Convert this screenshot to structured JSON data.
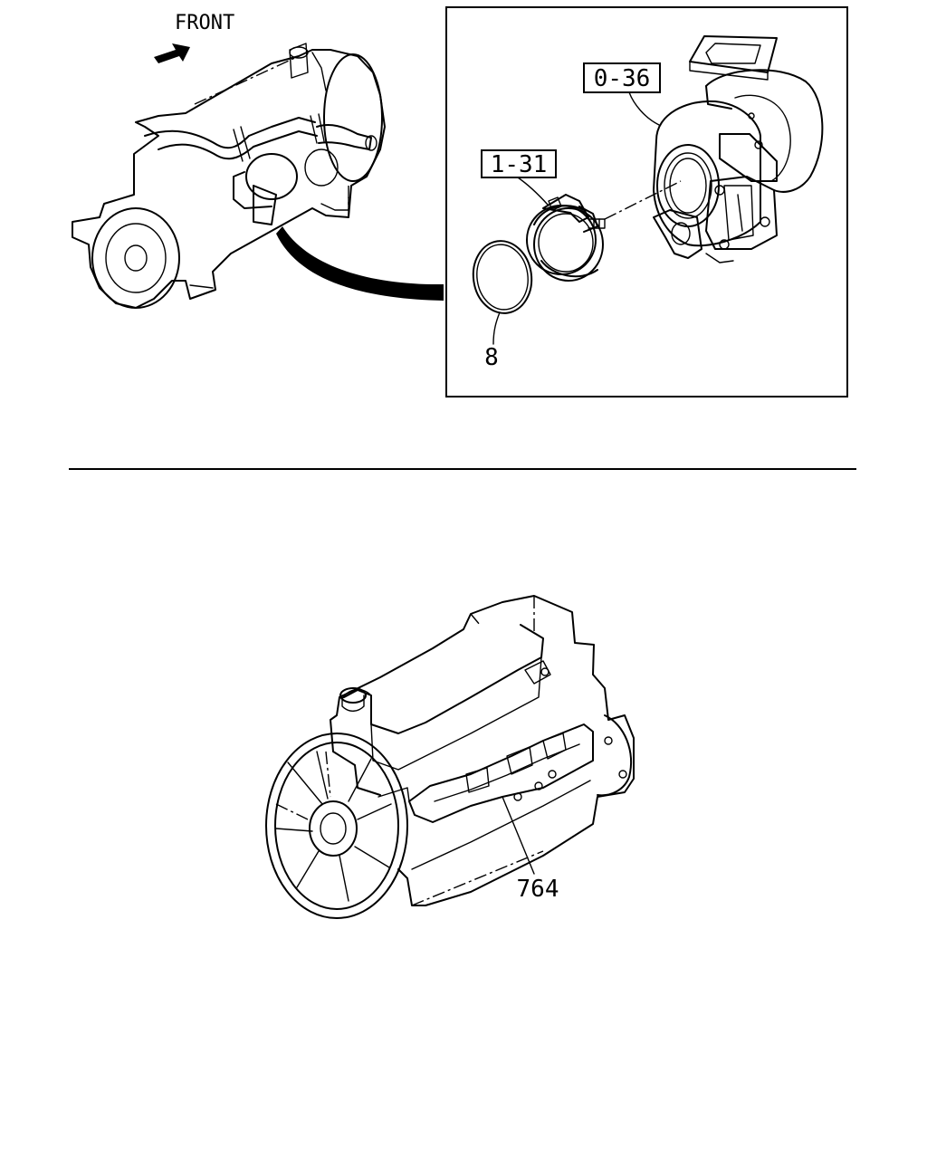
{
  "top_section": {
    "direction_label": "FRONT",
    "callouts": {
      "turbocharger": "0-36",
      "clamp": "1-31",
      "gasket": "8"
    }
  },
  "bottom_section": {
    "callouts": {
      "heat_shield": "764"
    }
  },
  "colors": {
    "line": "#000000",
    "background": "#ffffff"
  }
}
